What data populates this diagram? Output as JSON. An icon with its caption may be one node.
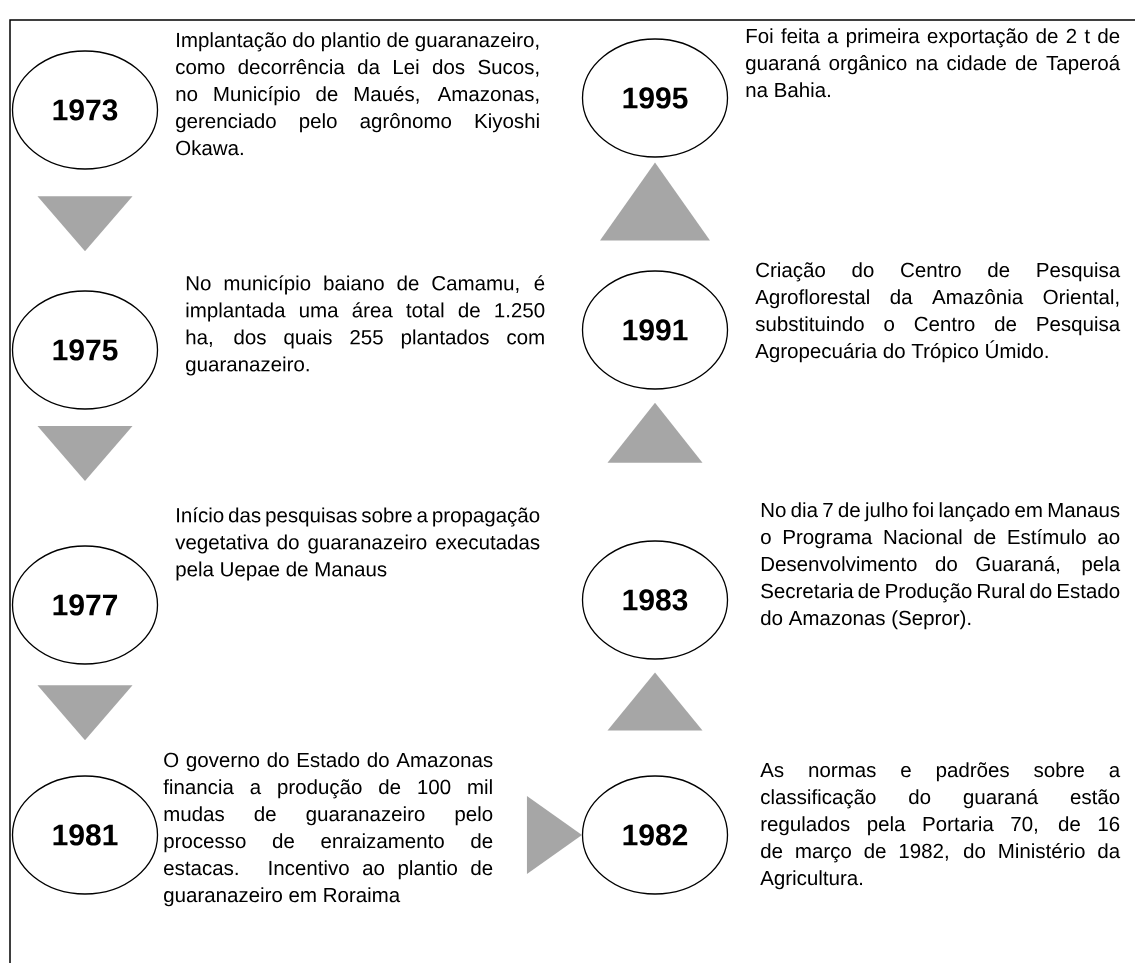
{
  "diagram": {
    "nodes": [
      {
        "text": [
          "1973"
        ],
        "beside": [
          "Implantação do plantio de guaranazeiro, como decorrência da Lei dos Sucos, no Município de Maués, Amazonas, gerenciado pelo agrônomo Kiyoshi Okawa."
        ]
      },
      {
        "text": [
          "1975"
        ],
        "beside": [
          "No município baiano de Camamu, é implantada uma área total de 1.250 ha, dos quais 255 plantados com guaranazeiro."
        ]
      },
      {
        "text": [
          "1977"
        ],
        "beside": [
          "Início das pesquisas sobre a propagação vegetativa do guaranazeiro executadas pela Uepae de Manaus"
        ]
      },
      {
        "text": [
          "1981"
        ],
        "beside": [
          "O governo do Estado do Amazonas financia a produção de 100 mil mudas de guaranazeiro pelo processo de enraizamento de estacas. Incentivo ao plantio de guaranazeiro em Roraima"
        ]
      },
      {
        "text": [
          "1995"
        ],
        "beside": [
          "Foi feita a primeira exportação de 2 t de guaraná orgânico na cidade de Taperoá na Bahia."
        ]
      },
      {
        "text": [
          "1991"
        ],
        "beside": [
          "Criação do Centro de Pesquisa Agroflorestal da Amazônia Oriental, substituindo o Centro de Pesquisa Agropecuária do Trópico Úmido."
        ]
      },
      {
        "text": [
          "1983"
        ],
        "beside": [
          "No dia 7 de julho foi lançado em Manaus o Programa Nacional de Estímulo ao Desenvolvimento do Guaraná, pela Secretaria de Produção Rural do Estado do Amazonas (Sepror)."
        ]
      },
      {
        "text": [
          "1982"
        ],
        "beside": [
          "As normas e padrões sobre a classificação do guaraná estão regulados pela Portaria 70, de 16 de março de 1982, do Ministério da Agricultura."
        ]
      }
    ],
    "edges": [
      {
        "from": 0,
        "to": 1,
        "arrow": "to"
      },
      {
        "from": 1,
        "to": 2,
        "arrow": "to"
      },
      {
        "from": 2,
        "to": 3,
        "arrow": "to"
      },
      {
        "from": 3,
        "to": 7,
        "arrow": "to"
      },
      {
        "from": 7,
        "to": 6,
        "arrow": "to"
      },
      {
        "from": 6,
        "to": 5,
        "arrow": "to"
      },
      {
        "from": 5,
        "to": 4,
        "arrow": "to"
      }
    ]
  }
}
